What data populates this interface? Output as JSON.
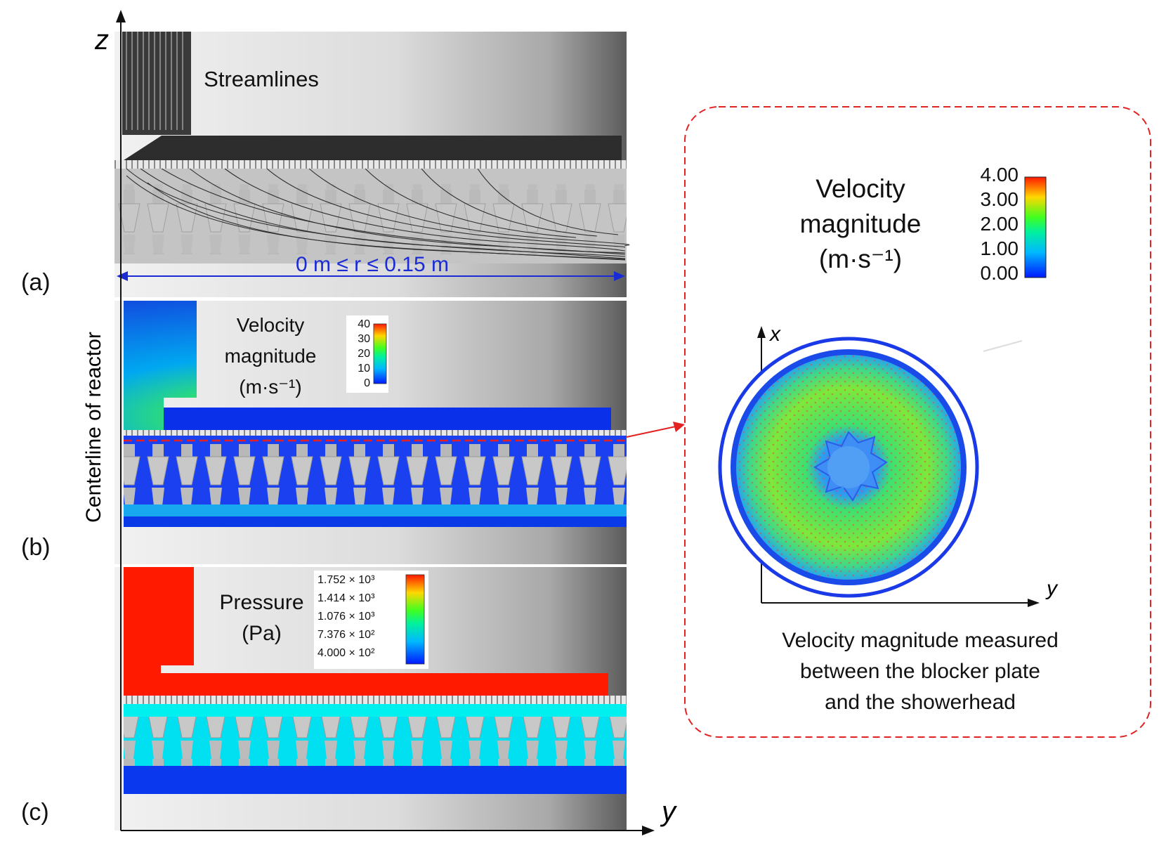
{
  "axes": {
    "z_label": "z",
    "y_label": "y",
    "x_label": "x",
    "inset_y_label": "y"
  },
  "centerline_label": "Centerline of reactor",
  "panels": {
    "a": {
      "letter": "(a)",
      "title": "Streamlines",
      "range_label": "0 m ≤ r ≤ 0.15 m"
    },
    "b": {
      "letter": "(b)",
      "title_line1": "Velocity",
      "title_line2": "magnitude",
      "title_line3": "(m·s⁻¹)",
      "colorbar_ticks": [
        "40",
        "30",
        "20",
        "10",
        "0"
      ]
    },
    "c": {
      "letter": "(c)",
      "title_line1": "Pressure",
      "title_line2": "(Pa)",
      "colorbar_ticks": [
        "1.752 × 10³",
        "1.414 × 10³",
        "1.076 × 10³",
        "7.376 × 10²",
        "4.000 × 10²"
      ]
    }
  },
  "inset": {
    "title_line1": "Velocity",
    "title_line2": "magnitude",
    "title_line3": "(m·s⁻¹)",
    "colorbar_ticks": [
      "4.00",
      "3.00",
      "2.00",
      "1.00",
      "0.00"
    ],
    "caption_line1": "Velocity magnitude measured",
    "caption_line2": "between the blocker plate",
    "caption_line3": "and the showerhead"
  },
  "colors": {
    "inset_border": "#e52222",
    "range_arrow": "#1a2bd6",
    "pressure_high": "#ff1a00",
    "pressure_mid": "#00f0f0",
    "field_low": "#0033ee"
  }
}
